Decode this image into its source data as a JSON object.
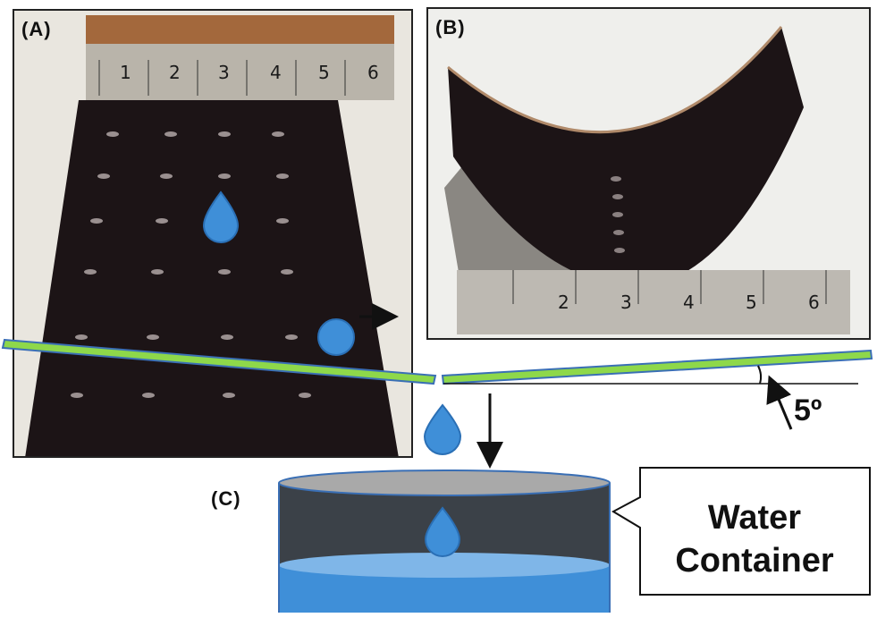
{
  "panels": {
    "a_label": "(A)",
    "b_label": "(B)",
    "c_label": "(C)"
  },
  "ruler_a": {
    "ticks": [
      "1",
      "2",
      "3",
      "4",
      "5",
      "6"
    ]
  },
  "ruler_b": {
    "ticks": [
      "2",
      "3",
      "4",
      "5",
      "6"
    ]
  },
  "container": {
    "label_line1": "Water",
    "label_line2": "Container"
  },
  "tilt": {
    "angle_label": "5º"
  },
  "colors": {
    "water_drop": "#3f8fd8",
    "tilt_board": "#8ed84a",
    "sheet": "#1c1416",
    "container_body": "#3b4148",
    "container_water": "#3f8fd8"
  }
}
